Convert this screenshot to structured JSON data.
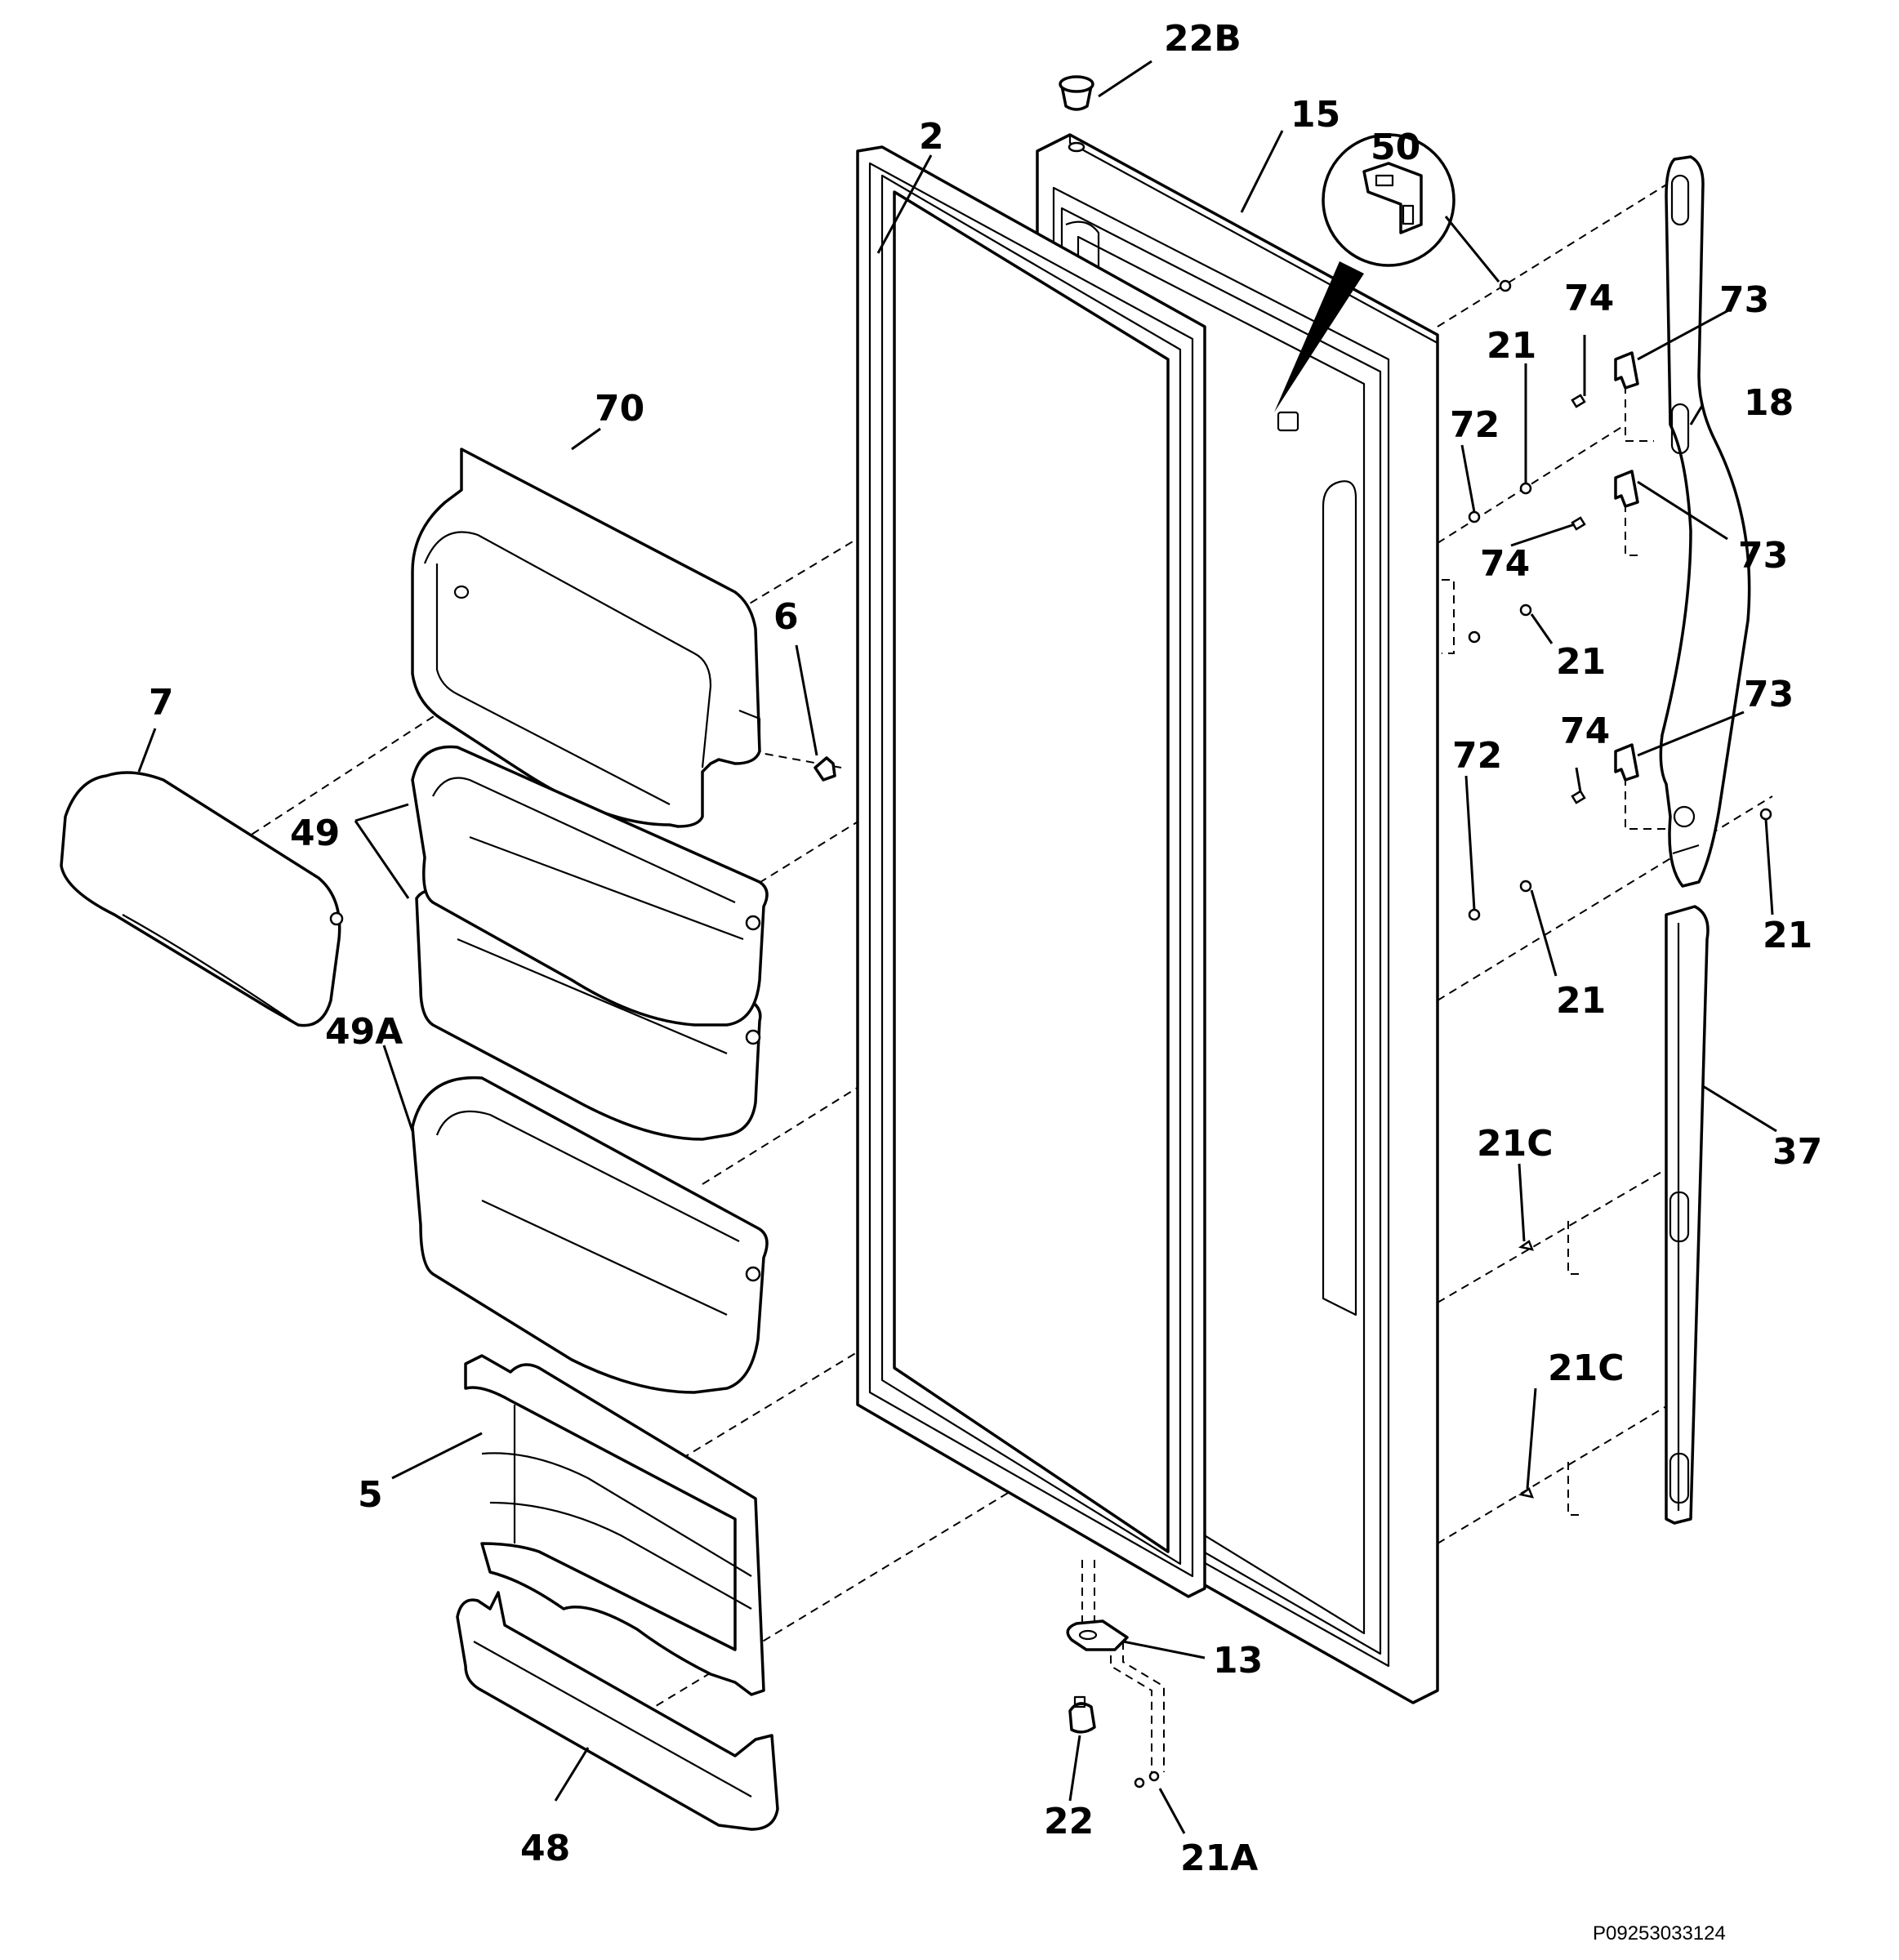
{
  "diagram": {
    "drawing_code": "P09253033124",
    "callouts": {
      "c_22B": "22B",
      "c_2": "2",
      "c_15": "15",
      "c_50": "50",
      "c_74a": "74",
      "c_73a": "73",
      "c_21a": "21",
      "c_18": "18",
      "c_72a": "72",
      "c_74b": "74",
      "c_73b": "73",
      "c_70": "70",
      "c_6": "6",
      "c_21b": "21",
      "c_7": "7",
      "c_49": "49",
      "c_72b": "72",
      "c_74c": "74",
      "c_73c": "73",
      "c_21c": "21",
      "c_21d": "21",
      "c_49A": "49A",
      "c_37": "37",
      "c_21C_a": "21C",
      "c_21C_b": "21C",
      "c_5": "5",
      "c_13": "13",
      "c_22": "22",
      "c_48": "48",
      "c_21A": "21A"
    }
  }
}
